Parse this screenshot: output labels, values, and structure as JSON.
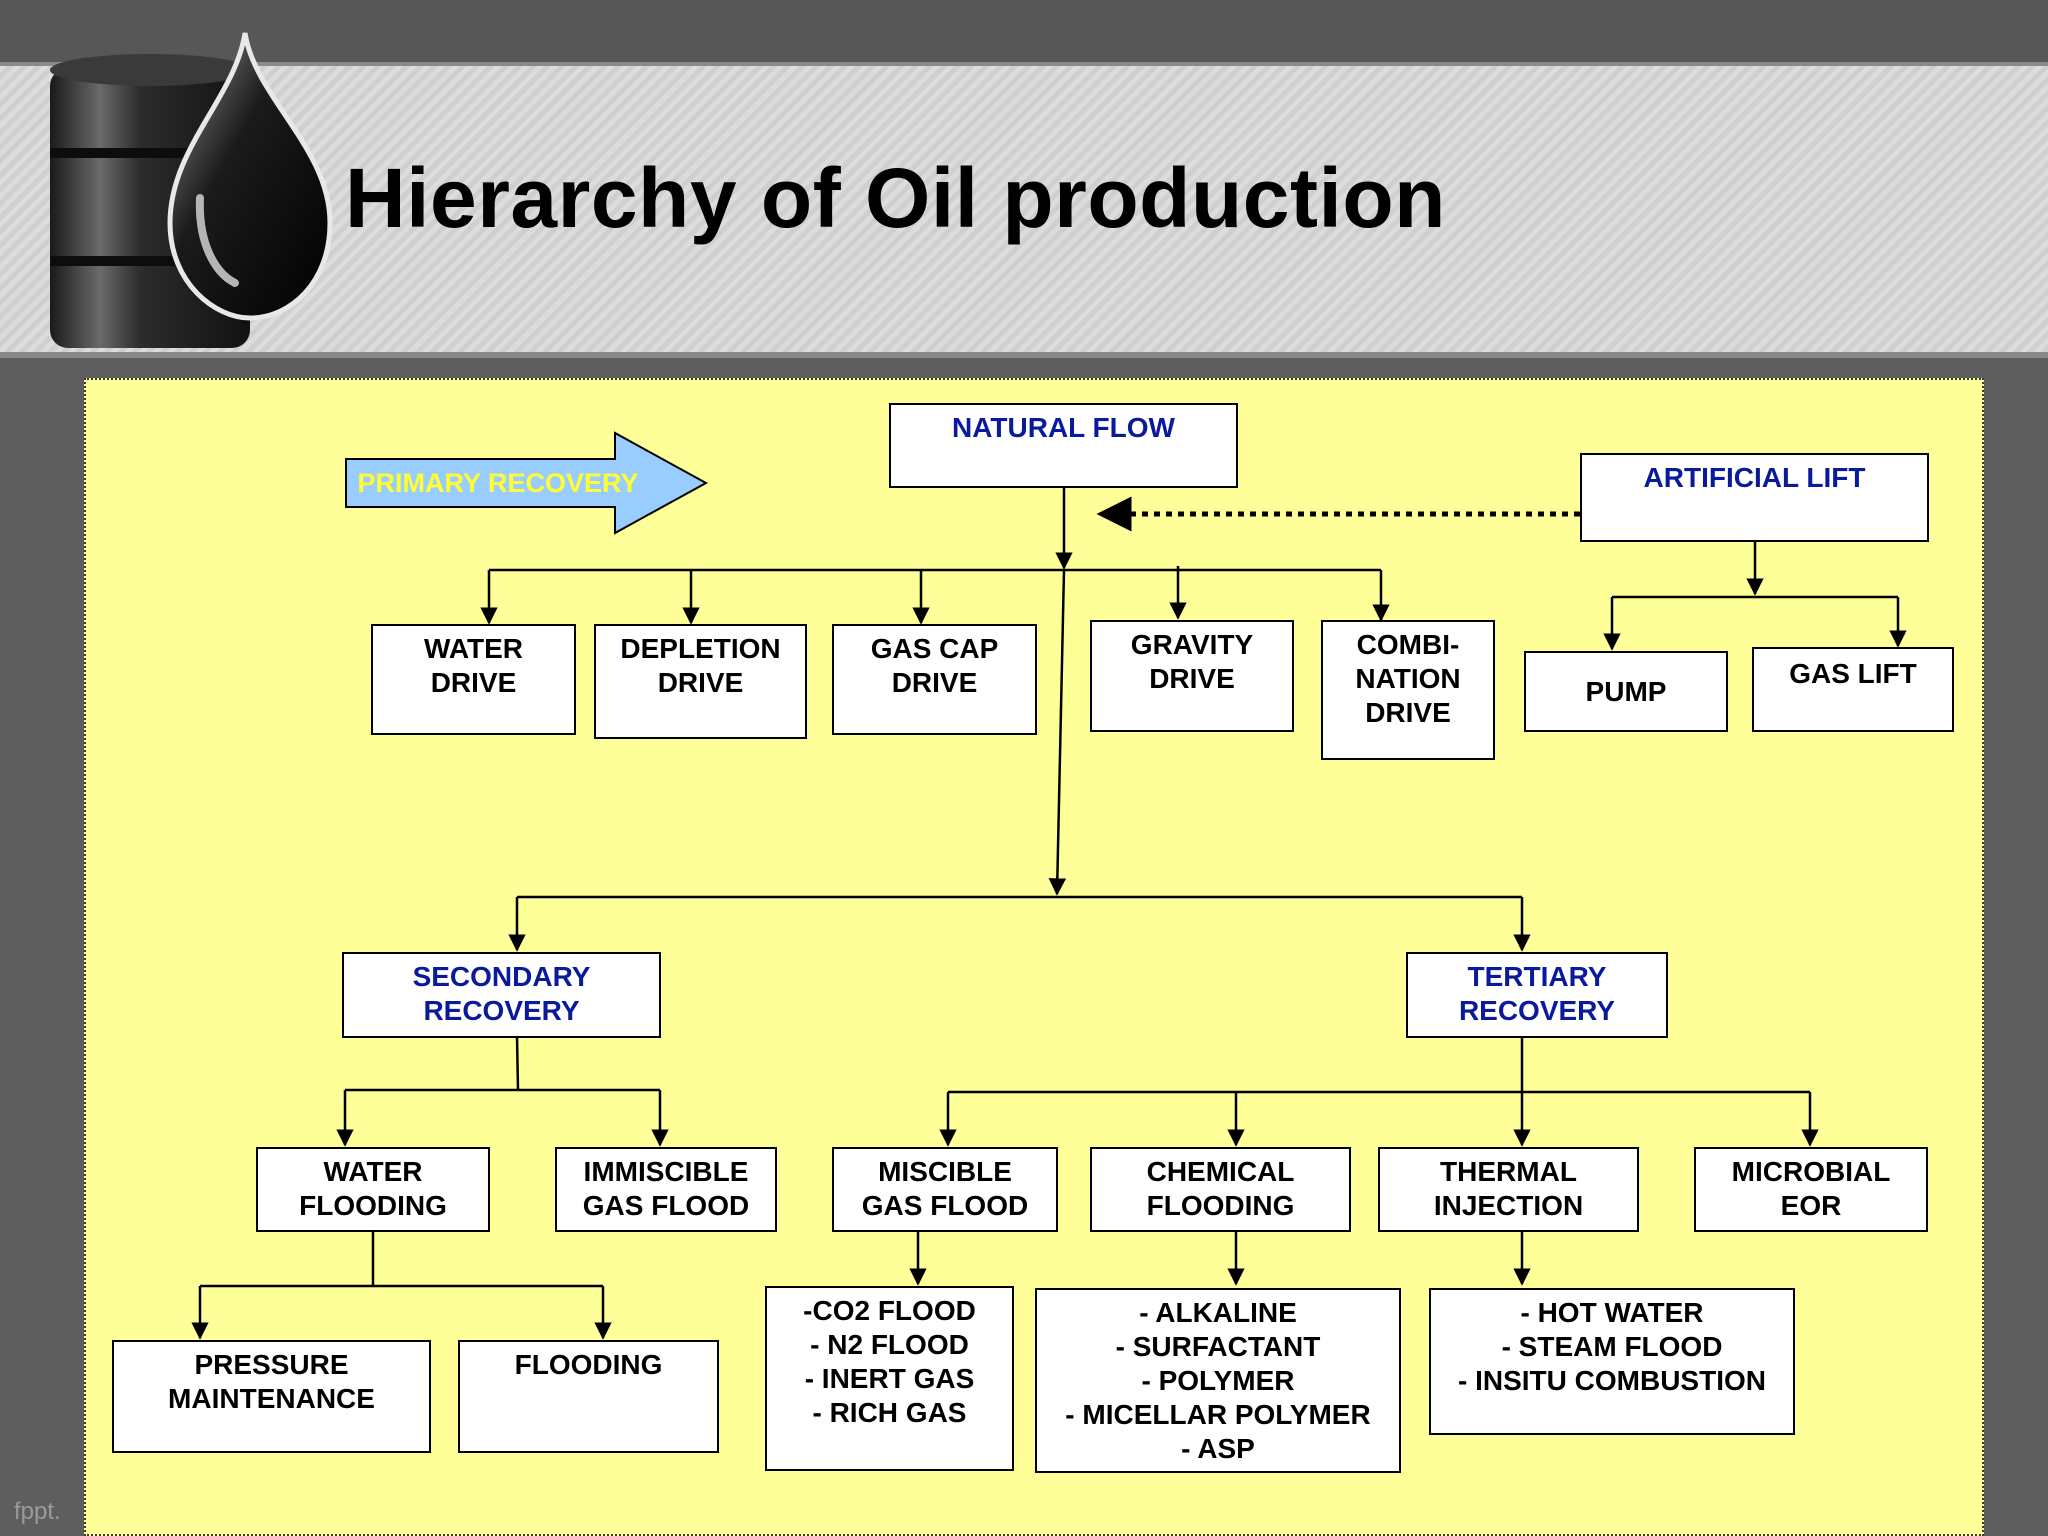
{
  "slide": {
    "title": "Hierarchy of Oil production",
    "footer": "fppt."
  },
  "primary_recovery": {
    "label": "PRIMARY RECOVERY"
  },
  "nodes": {
    "natural_flow": "NATURAL FLOW",
    "artificial_lift": "ARTIFICIAL LIFT",
    "water_drive": "WATER\nDRIVE",
    "depletion_drive": "DEPLETION\nDRIVE",
    "gas_cap_drive": "GAS CAP\nDRIVE",
    "gravity_drive": "GRAVITY\nDRIVE",
    "combination_drive": "COMBI-\nNATION\nDRIVE",
    "pump": "PUMP",
    "gas_lift": "GAS LIFT",
    "secondary_recovery": "SECONDARY\nRECOVERY",
    "tertiary_recovery": "TERTIARY\nRECOVERY",
    "water_flooding": "WATER\nFLOODING",
    "immiscible_gas_flood": "IMMISCIBLE\nGAS FLOOD",
    "miscible_gas_flood": "MISCIBLE\nGAS FLOOD",
    "chemical_flooding": "CHEMICAL\nFLOODING",
    "thermal_injection": "THERMAL\nINJECTION",
    "microbial_eor": "MICROBIAL\nEOR",
    "pressure_maintenance": "PRESSURE\nMAINTENANCE",
    "flooding": "FLOODING",
    "miscible_methods": "-CO2 FLOOD\n- N2 FLOOD\n- INERT GAS\n- RICH GAS",
    "chemical_methods": "- ALKALINE\n- SURFACTANT\n- POLYMER\n- MICELLAR POLYMER\n- ASP",
    "thermal_methods": "- HOT WATER\n- STEAM FLOOD\n- INSITU COMBUSTION"
  },
  "colors": {
    "panel_bg": "#ffff99",
    "heading_blue": "#0a1a9c",
    "primary_arrow_fill": "#99ccff",
    "primary_label": "#ffff33"
  }
}
